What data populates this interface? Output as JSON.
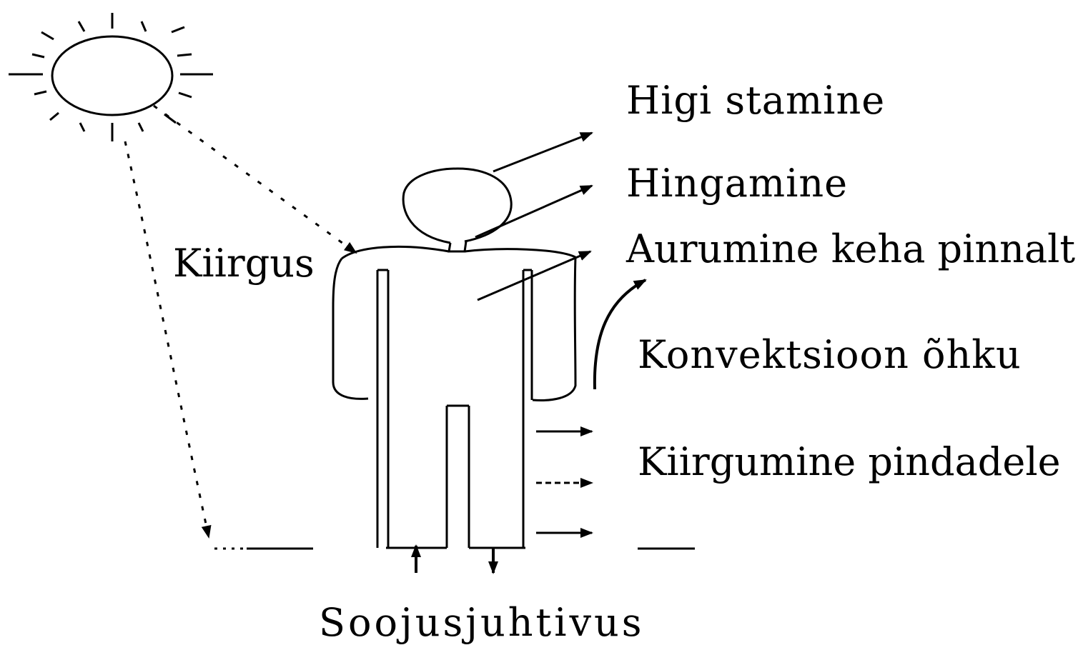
{
  "labels": {
    "sweating": "Higi stamine",
    "breathing": "Hingamine",
    "evaporation": "Aurumine keha pinnalt",
    "radiation_in": "Kiirgus",
    "convection": "Konvektsioon õhku",
    "radiation_out": "Kiirgumine pindadele",
    "conduction": "Soojusjuhtivus"
  },
  "colors": {
    "ink": "#000000",
    "background": "#ffffff"
  }
}
